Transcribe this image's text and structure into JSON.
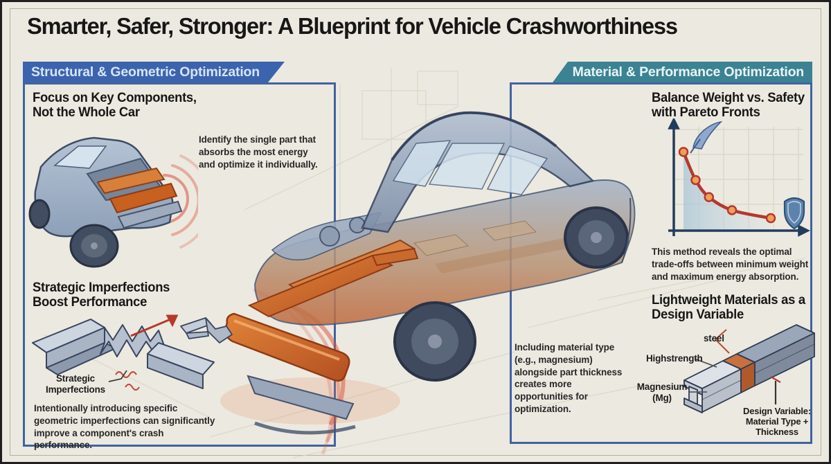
{
  "title": "Smarter, Safer, Stronger: A Blueprint for Vehicle Crashworthiness",
  "left_panel": {
    "banner": "Structural & Geometric Optimization",
    "focus_heading": "Focus on Key Components, Not the Whole Car",
    "focus_body": "Identify the single part that absorbs the most energy and optimize it individually.",
    "imperfections_heading": "Strategic Imperfections Boost Performance",
    "imperfections_callout": "Strategic Imperfections",
    "imperfections_body": "Intentionally introducing specific geometric imperfections can significantly improve a component's crash performance."
  },
  "right_panel": {
    "banner": "Material & Performance Optimization",
    "pareto_heading": "Balance Weight vs. Safety with Pareto Fronts",
    "pareto_body": "This method reveals the optimal trade-offs between minimum weight and maximum energy absorption.",
    "materials_heading": "Lightweight Materials as a Design Variable",
    "labels": {
      "steel": "steel",
      "high_strength": "Highstrength",
      "magnesium": "Magnesium (Mg)",
      "design_variable": "Design Variable: Material Type + Thickness"
    }
  },
  "center_note": "Including material type (e.g., magnesium) alongside part thickness creates more opportunities for optimization.",
  "icons": {
    "feather": "feather-icon (lightweight)",
    "shield": "shield-icon (safety)"
  },
  "colors": {
    "background": "#ece9e0",
    "banner_blue": "#3c63ad",
    "banner_teal": "#3b8292",
    "panel_border": "#41639f",
    "highlight_orange": "#cf6f32",
    "impact_red": "#d9503a",
    "steel_gray": "#b6c0cf"
  },
  "chart_data": {
    "type": "line",
    "title": "Balance Weight vs. Safety with Pareto Fronts",
    "xlabel": "",
    "ylabel": "",
    "grid": true,
    "legend": false,
    "points": [
      {
        "x": 0.08,
        "y": 0.77
      },
      {
        "x": 0.18,
        "y": 0.49
      },
      {
        "x": 0.29,
        "y": 0.32
      },
      {
        "x": 0.48,
        "y": 0.19
      },
      {
        "x": 0.8,
        "y": 0.11
      }
    ],
    "curve_color": "#b5382e",
    "marker_color": "#f0a055",
    "area_color": "#b7d0de",
    "axis_color": "#223c5c"
  }
}
